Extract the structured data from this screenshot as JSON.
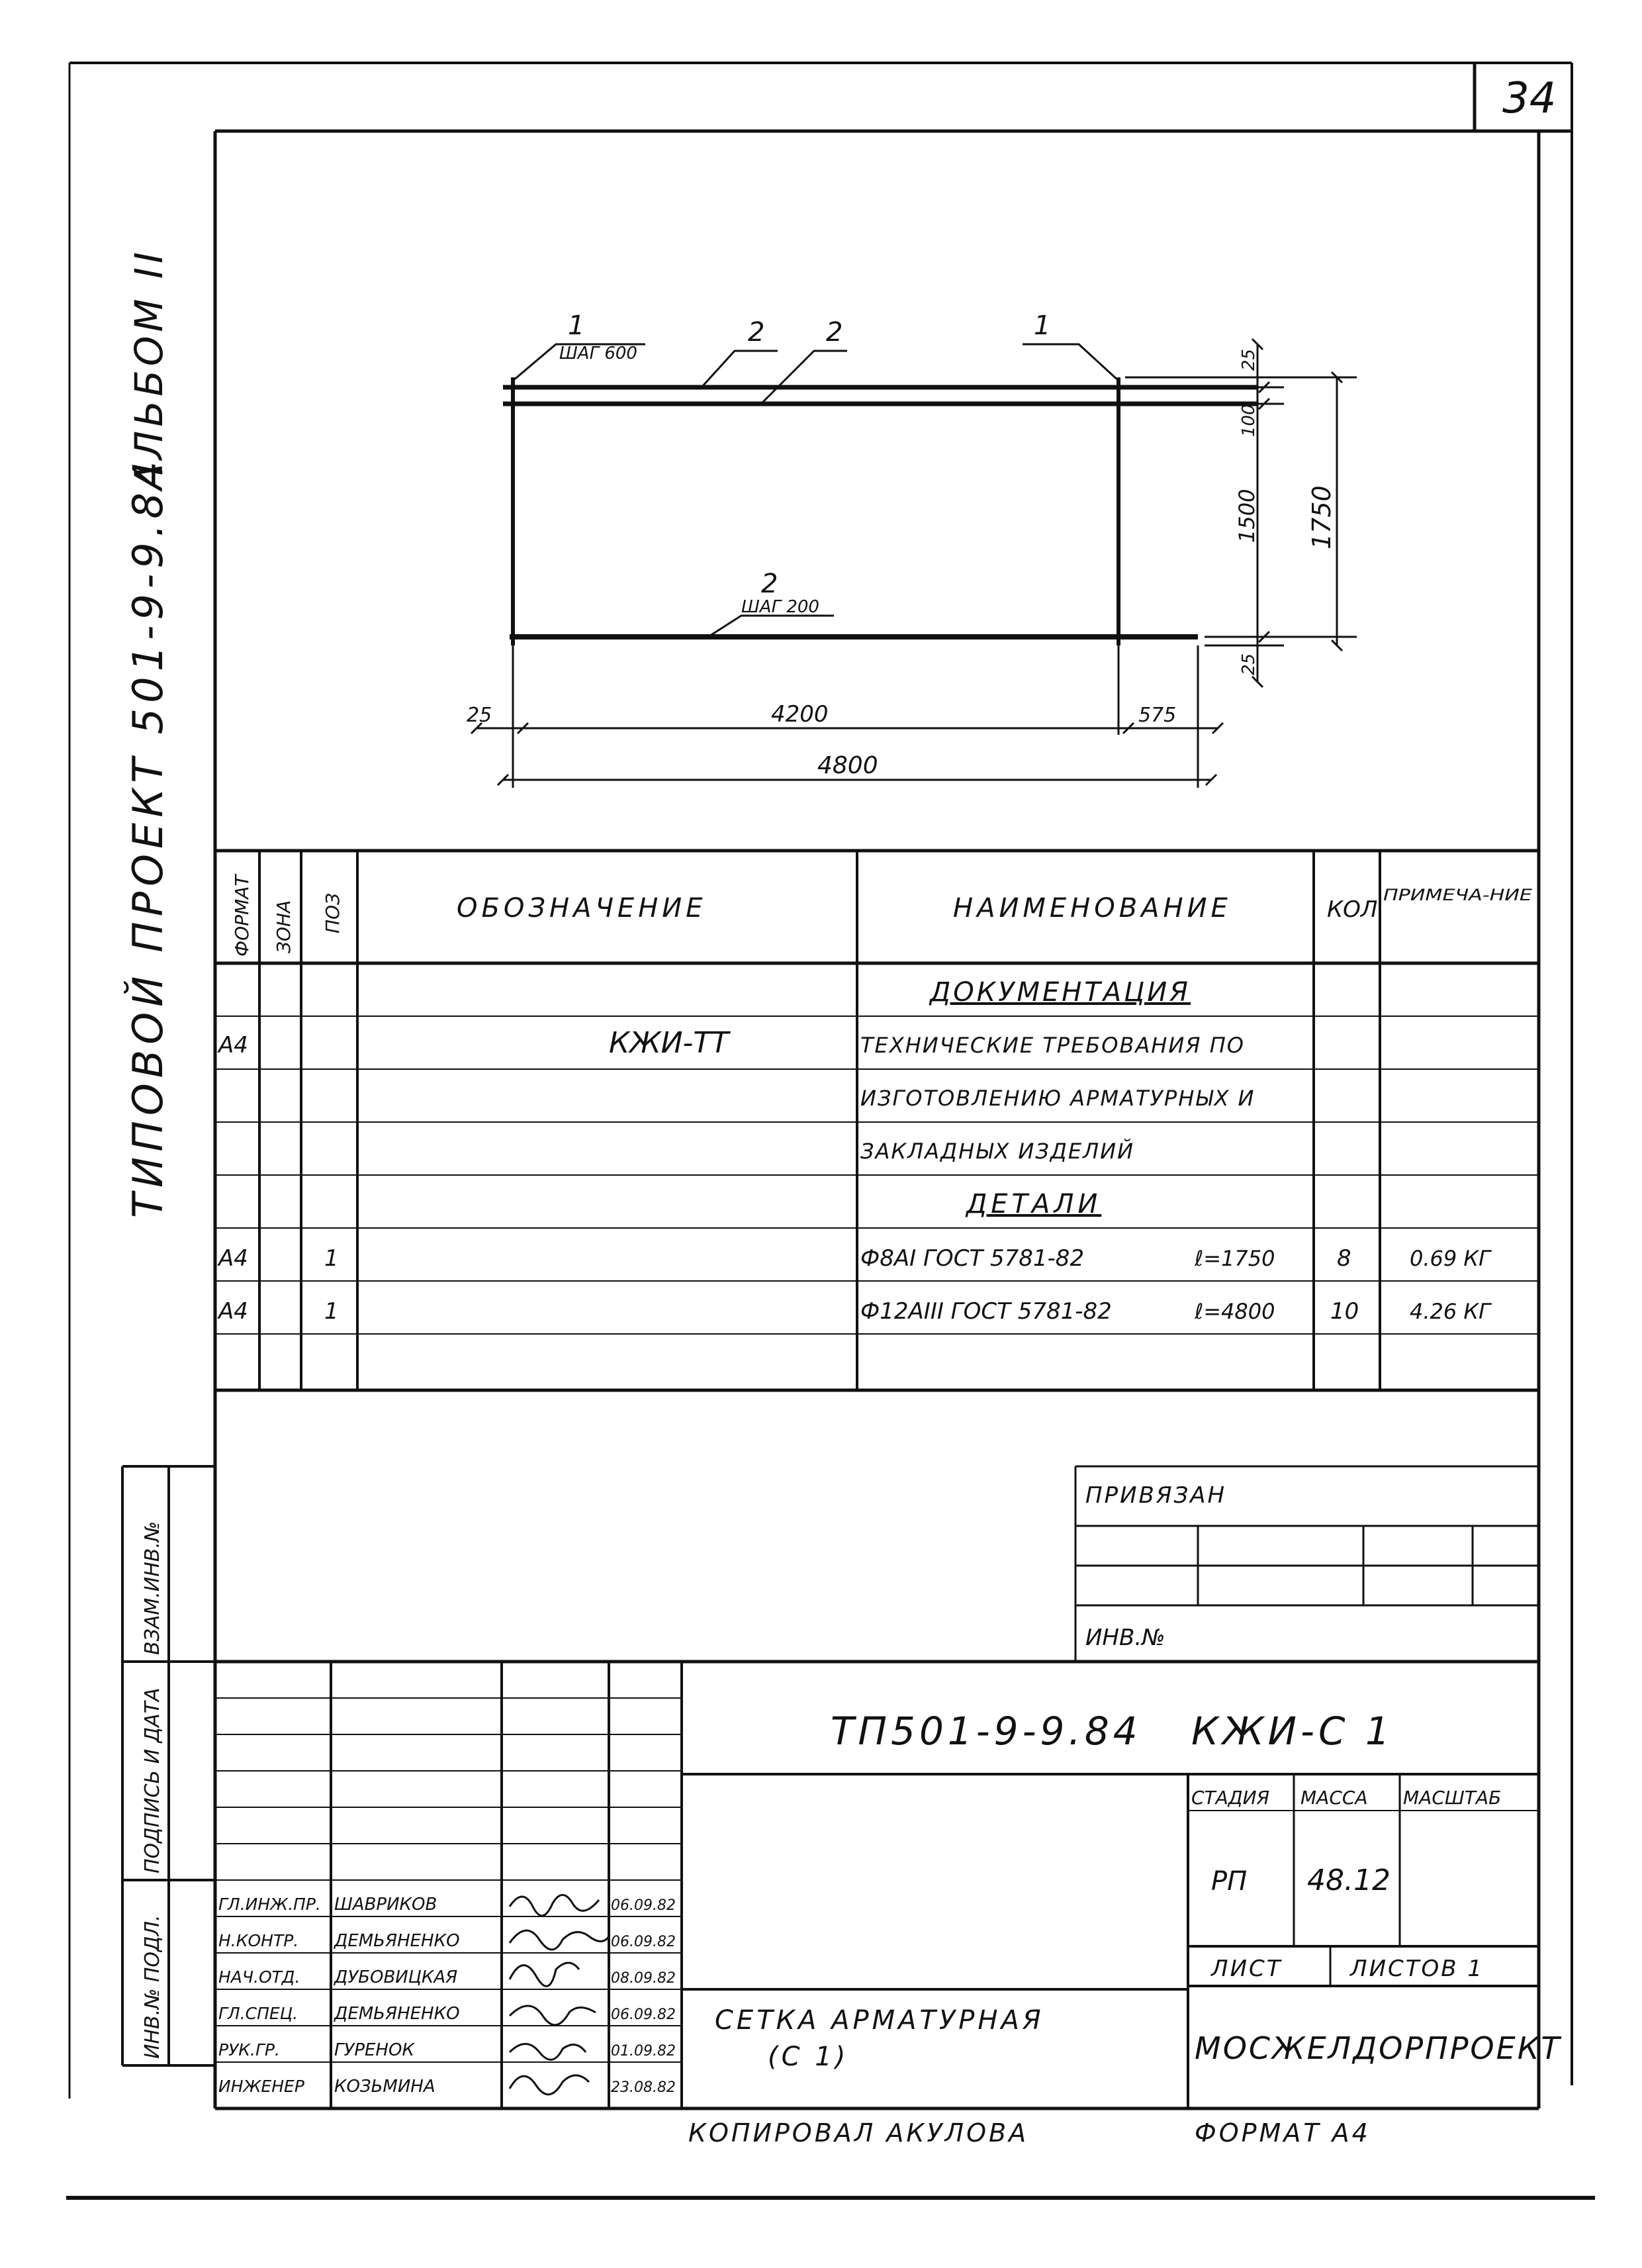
{
  "sheet_number": "34",
  "margin": {
    "album": "АЛЬБОМ II",
    "project": "ТИПОВОЙ ПРОЕКТ 501-9-9.84",
    "label_vzam": "ВЗАМ.ИНВ.№",
    "label_podpis": "ПОДПИСЬ И ДАТА",
    "label_inv": "ИНВ.№ ПОДЛ."
  },
  "drawing": {
    "callouts": [
      {
        "number": "1",
        "note": "ШАГ 600"
      },
      {
        "number": "2",
        "note": ""
      },
      {
        "number": "2",
        "note": ""
      },
      {
        "number": "1",
        "note": ""
      },
      {
        "number": "2",
        "note": "ШАГ 200"
      }
    ],
    "dimensions": {
      "top_25": "25",
      "gap_100": "100",
      "height_1500": "1500",
      "bottom_25": "25",
      "total_height": "1750",
      "left_25": "25",
      "span_4200": "4200",
      "right_575": "575",
      "total_width": "4800"
    }
  },
  "spec": {
    "headers": {
      "format": "ФОРМАТ",
      "zone": "ЗОНА",
      "pos": "ПОЗ",
      "designation": "ОБОЗНАЧЕНИЕ",
      "name": "НАИМЕНОВАНИЕ",
      "qty": "КОЛ",
      "note": "ПРИМЕЧА-НИЕ"
    },
    "rows": [
      {
        "format": "",
        "zone": "",
        "pos": "",
        "designation": "",
        "name": "ДОКУМЕНТАЦИЯ",
        "length": "",
        "qty": "",
        "note": ""
      },
      {
        "format": "А4",
        "zone": "",
        "pos": "",
        "designation": "КЖИ-ТТ",
        "name": "ТЕХНИЧЕСКИЕ ТРЕБОВАНИЯ ПО",
        "length": "",
        "qty": "",
        "note": ""
      },
      {
        "format": "",
        "zone": "",
        "pos": "",
        "designation": "",
        "name": "ИЗГОТОВЛЕНИЮ АРМАТУРНЫХ И",
        "length": "",
        "qty": "",
        "note": ""
      },
      {
        "format": "",
        "zone": "",
        "pos": "",
        "designation": "",
        "name": "ЗАКЛАДНЫХ ИЗДЕЛИЙ",
        "length": "",
        "qty": "",
        "note": ""
      },
      {
        "format": "",
        "zone": "",
        "pos": "",
        "designation": "",
        "name": "ДЕТАЛИ",
        "length": "",
        "qty": "",
        "note": ""
      },
      {
        "format": "А4",
        "zone": "",
        "pos": "1",
        "designation": "",
        "name": "Ф8АI ГОСТ 5781-82",
        "length": "ℓ=1750",
        "qty": "8",
        "note": "0.69 КГ"
      },
      {
        "format": "А4",
        "zone": "",
        "pos": "1",
        "designation": "",
        "name": "Ф12АIII ГОСТ 5781-82",
        "length": "ℓ=4800",
        "qty": "10",
        "note": "4.26 КГ"
      },
      {
        "format": "",
        "zone": "",
        "pos": "",
        "designation": "",
        "name": "",
        "length": "",
        "qty": "",
        "note": ""
      }
    ]
  },
  "privyazan": {
    "label": "ПРИВЯЗАН",
    "inv_label": "ИНВ.№"
  },
  "title_block": {
    "code": "ТП501-9-9.84",
    "mark": "КЖИ-С 1",
    "stage_label": "СТАДИЯ",
    "mass_label": "МАССА",
    "scale_label": "МАСШТАБ",
    "stage": "РП",
    "mass": "48.12",
    "scale": "",
    "sheet_label": "ЛИСТ",
    "sheets_label": "ЛИСТОВ 1",
    "title_line1": "СЕТКА АРМАТУРНАЯ",
    "title_line2": "(С 1)",
    "organization": "МОСЖЕЛДОРПРОЕКТ",
    "staff": [
      {
        "role": "ГЛ.ИНЖ.ПР.",
        "name": "ШАВРИКОВ",
        "date": "06.09.82"
      },
      {
        "role": "Н.КОНТР.",
        "name": "ДЕМЬЯНЕНКО",
        "date": "06.09.82"
      },
      {
        "role": "НАЧ.ОТД.",
        "name": "ДУБОВИЦКАЯ",
        "date": "08.09.82"
      },
      {
        "role": "ГЛ.СПЕЦ.",
        "name": "ДЕМЬЯНЕНКО",
        "date": "06.09.82"
      },
      {
        "role": "РУК.ГР.",
        "name": "ГУРЕНОК",
        "date": "01.09.82"
      },
      {
        "role": "ИНЖЕНЕР",
        "name": "КОЗЬМИНА",
        "date": "23.08.82"
      }
    ]
  },
  "footer": {
    "copied": "КОПИРОВАЛ АКУЛОВА",
    "format": "ФОРМАТ А4"
  }
}
